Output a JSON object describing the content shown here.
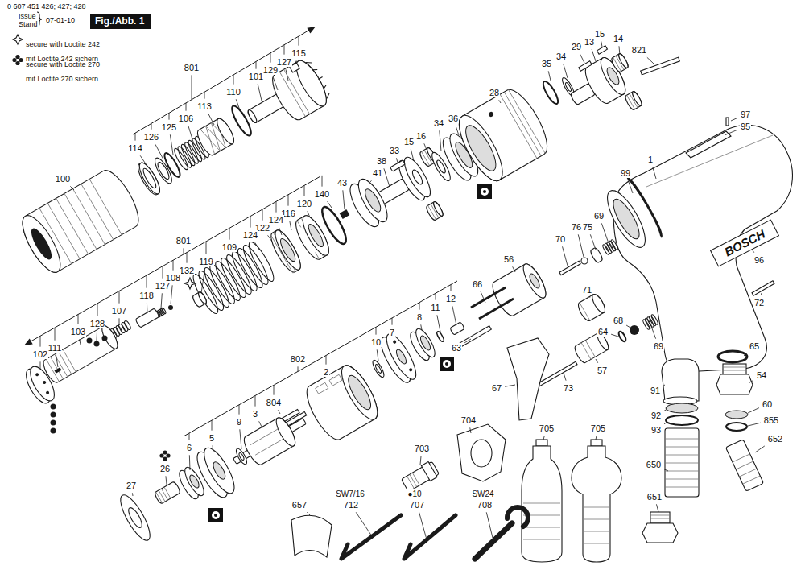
{
  "diagram": {
    "nodes": [
      {
        "text": [
          "Fig./Abb. 1"
        ]
      }
    ],
    "labels": [
      "0 607 451 426; 427; 428",
      "Issue",
      "Stand",
      "07-01-10",
      "801",
      "114",
      "126",
      "125",
      "106",
      "113",
      "110",
      "101",
      "129",
      "127",
      "115",
      "100",
      "821",
      "14",
      "15",
      "13",
      "29",
      "34",
      "35",
      "28",
      "36",
      "34",
      "16",
      "15",
      "33",
      "38",
      "41",
      "43",
      "140",
      "120",
      "116",
      "124",
      "122",
      "124",
      "109",
      "119",
      "801",
      "132",
      "108",
      "127",
      "118",
      "107",
      "128",
      "103",
      "111",
      "102",
      "97",
      "95",
      "1",
      "99",
      "BOSCH",
      "96",
      "69",
      "75",
      "76",
      "70",
      "72",
      "56",
      "66",
      "71",
      "64",
      "68",
      "69",
      "57",
      "67",
      "73",
      "65",
      "54",
      "91",
      "60",
      "92",
      "855",
      "93",
      "652",
      "650",
      "651",
      "12",
      "11",
      "8",
      "7",
      "10",
      "63",
      "802",
      "2",
      "804",
      "3",
      "9",
      "5",
      "6",
      "26",
      "27",
      "704",
      "703",
      "705",
      "705",
      "SW7/16",
      "712",
      "●10",
      "707",
      "SW24",
      "708",
      "657"
    ],
    "legend": [
      {
        "text": "secure with Loctite 242 mit Loctite 242 sichern"
      },
      {
        "text": "secure with Loctite 270 mit Loctite 270 sichern"
      }
    ]
  }
}
